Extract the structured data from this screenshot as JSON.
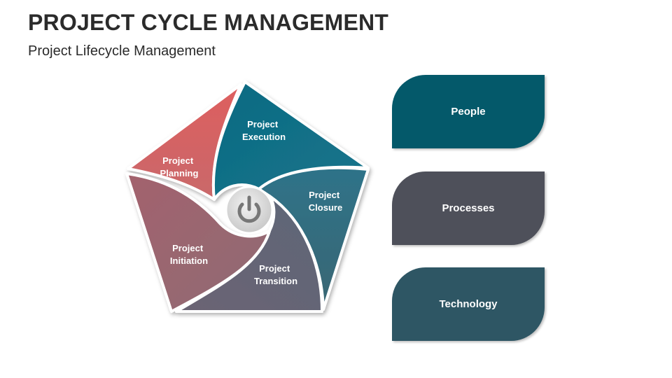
{
  "header": {
    "title": "PROJECT CYCLE MANAGEMENT",
    "subtitle": "Project Lifecycle Management"
  },
  "cycle": {
    "segments": [
      {
        "id": "planning",
        "line1": "Project",
        "line2": "Planning",
        "color": "#d45f63"
      },
      {
        "id": "execution",
        "line1": "Project",
        "line2": "Execution",
        "color": "#136f86"
      },
      {
        "id": "closure",
        "line1": "Project",
        "line2": "Closure",
        "color": "#356c7c"
      },
      {
        "id": "transition",
        "line1": "Project",
        "line2": "Transition",
        "color": "#666675"
      },
      {
        "id": "initiation",
        "line1": "Project",
        "line2": "Initiation",
        "color": "#9c6670"
      }
    ],
    "center_icon": "power-icon"
  },
  "side_boxes": [
    {
      "label": "People",
      "color": "#04596a"
    },
    {
      "label": "Processes",
      "color": "#4e505a"
    },
    {
      "label": "Technology",
      "color": "#2e5664"
    }
  ]
}
